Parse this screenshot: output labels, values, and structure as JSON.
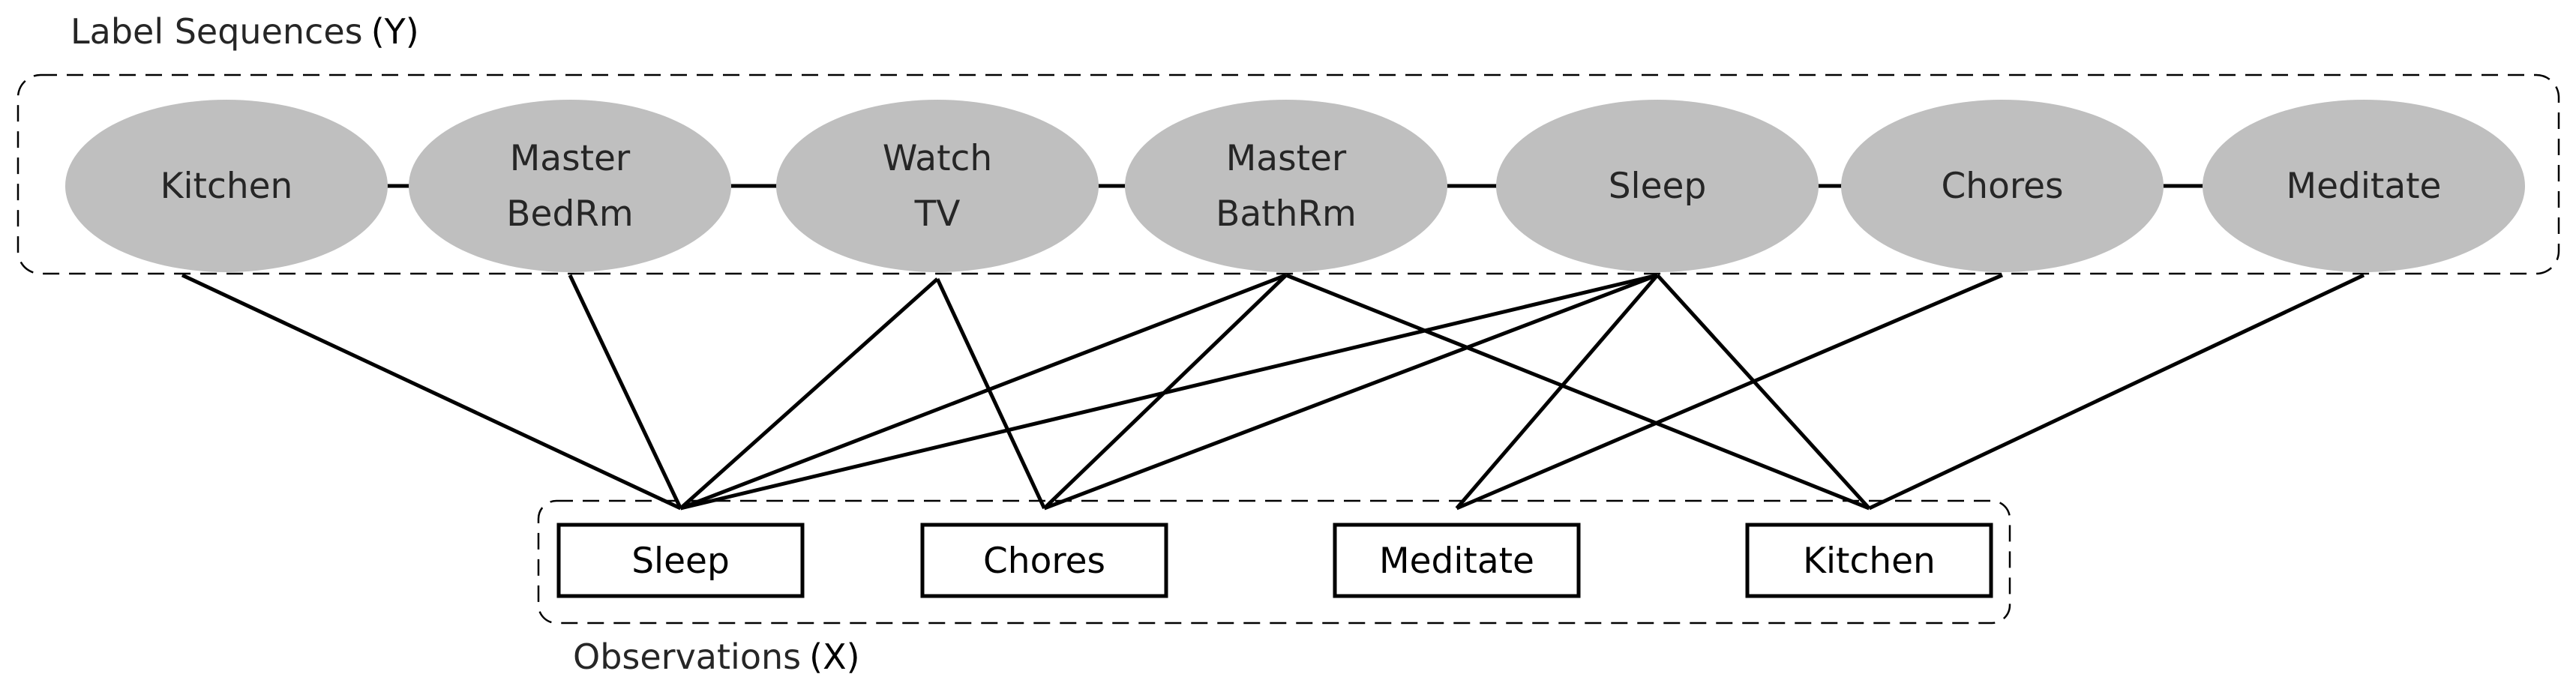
{
  "label_group": {
    "title": "Label Sequences",
    "symbol": "(Y)"
  },
  "observation_group": {
    "title": "Observations",
    "symbol": "(X)"
  },
  "label_nodes": [
    {
      "id": "kitchen",
      "lines": [
        "Kitchen"
      ]
    },
    {
      "id": "master-bedrm",
      "lines": [
        "Master",
        "BedRm"
      ]
    },
    {
      "id": "watch-tv",
      "lines": [
        "Watch",
        "TV"
      ]
    },
    {
      "id": "master-bathrm",
      "lines": [
        "Master",
        "BathRm"
      ]
    },
    {
      "id": "sleep",
      "lines": [
        "Sleep"
      ]
    },
    {
      "id": "chores",
      "lines": [
        "Chores"
      ]
    },
    {
      "id": "meditate",
      "lines": [
        "Meditate"
      ]
    }
  ],
  "observation_nodes": [
    {
      "id": "sleep",
      "label": "Sleep"
    },
    {
      "id": "chores",
      "label": "Chores"
    },
    {
      "id": "meditate",
      "label": "Meditate"
    },
    {
      "id": "kitchen",
      "label": "Kitchen"
    }
  ],
  "edges": [
    {
      "from": "kitchen",
      "to": "sleep"
    },
    {
      "from": "master-bedrm",
      "to": "sleep"
    },
    {
      "from": "watch-tv",
      "to": "sleep"
    },
    {
      "from": "watch-tv",
      "to": "chores"
    },
    {
      "from": "master-bathrm",
      "to": "chores"
    },
    {
      "from": "master-bathrm",
      "to": "sleep"
    },
    {
      "from": "master-bathrm",
      "to": "kitchen"
    },
    {
      "from": "sleep",
      "to": "sleep"
    },
    {
      "from": "sleep",
      "to": "chores"
    },
    {
      "from": "sleep",
      "to": "meditate"
    },
    {
      "from": "sleep",
      "to": "kitchen"
    },
    {
      "from": "chores",
      "to": "meditate"
    },
    {
      "from": "meditate",
      "to": "kitchen"
    }
  ]
}
